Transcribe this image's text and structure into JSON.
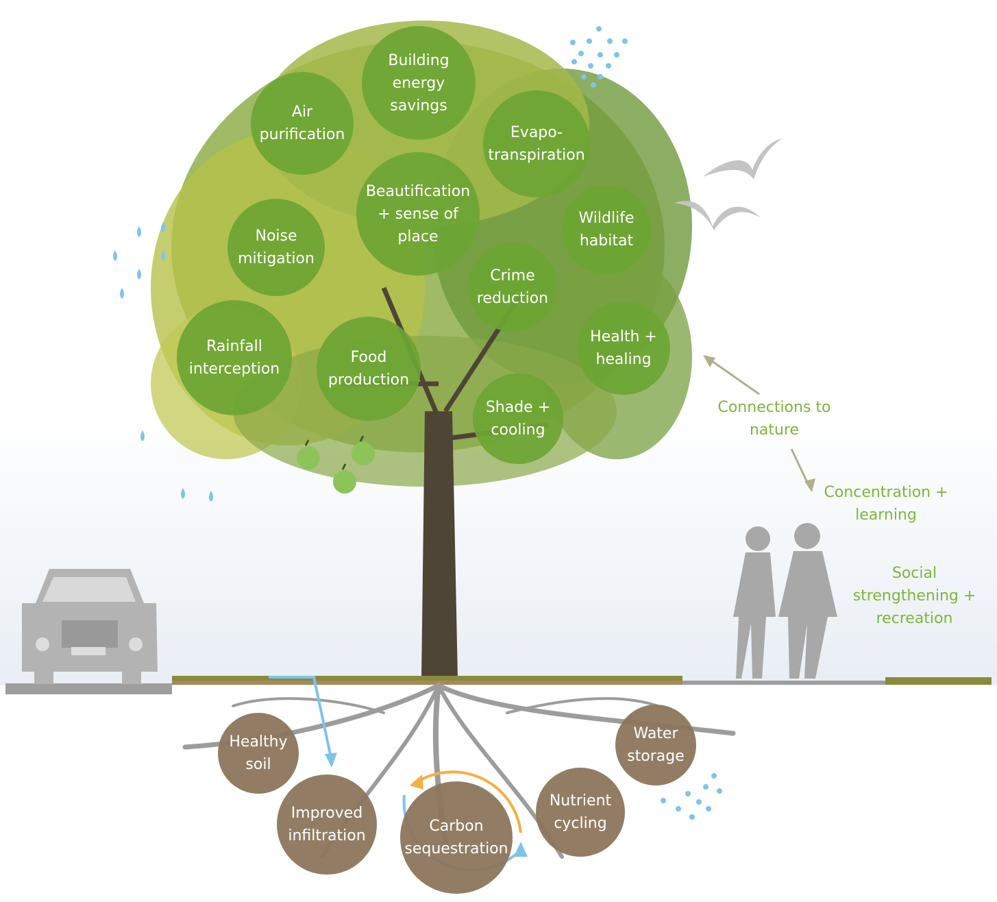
{
  "canopy_benefits": [
    "Building\nenergy\nsavings",
    "Air\npurification",
    "Evapo-\ntranspiration",
    "Beautification\n+ sense of\nplace",
    "Noise\nmitigation",
    "Wildlife\nhabitat",
    "Crime\nreduction",
    "Rainfall\ninterception",
    "Food\nproduction",
    "Health +\nhealing",
    "Shade  +\ncooling"
  ],
  "root_benefits": [
    "Healthy\nsoil",
    "Improved\ninfiltration",
    "Carbon\nsequestration",
    "Nutrient\ncycling",
    "Water\nstorage"
  ],
  "people_benefits": [
    "Connections to\nnature",
    "Concentration +\nlearning",
    "Social\nstrengthening +\nrecreation"
  ],
  "colors": {
    "leaf_circle": "#6da534",
    "root_circle": "#8c765c",
    "label_green": "#7db63a",
    "water_blue": "#7ec3ea",
    "arrow_orange": "#f5b041",
    "silhouette_gray": "#a9a9a9"
  },
  "icons": [
    "car-icon",
    "birds-icon",
    "people-silhouette-icon",
    "raindrop-icon",
    "apple-icon",
    "tree-icon",
    "roots-icon"
  ]
}
